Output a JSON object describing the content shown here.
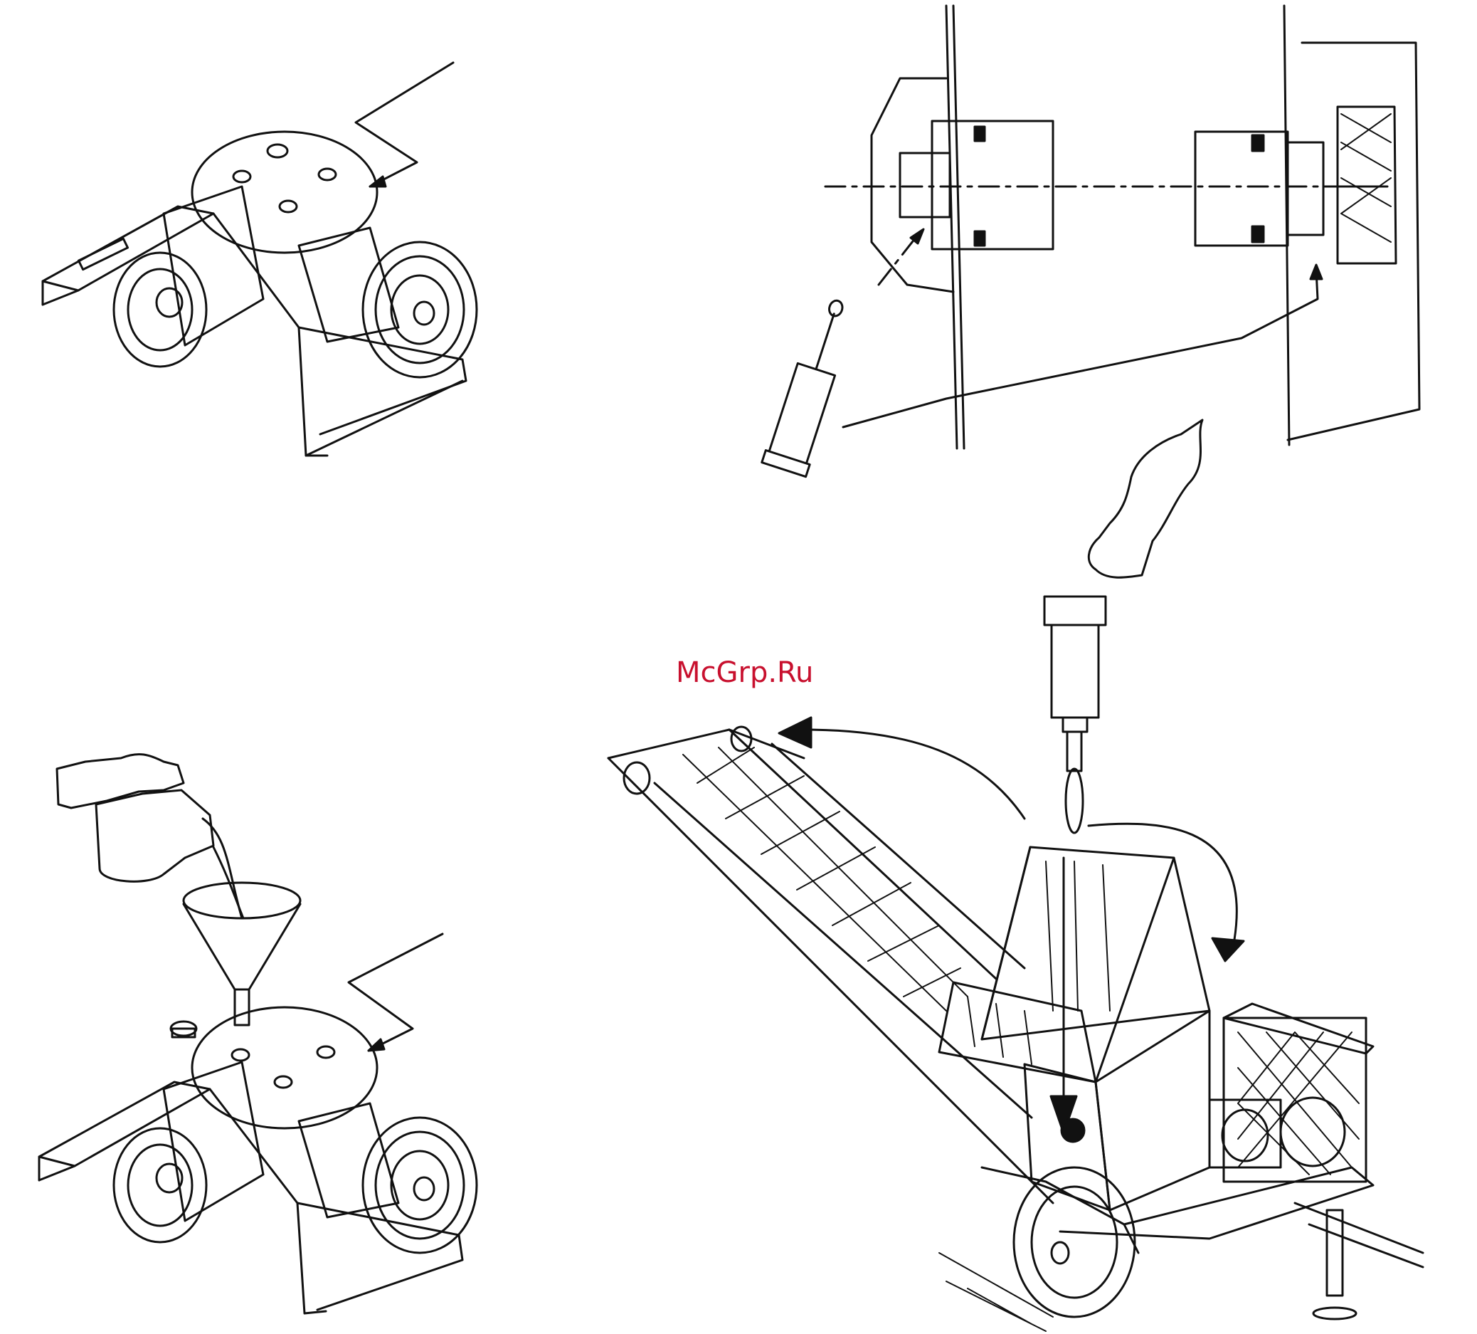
{
  "watermark": {
    "text": "McGrp.Ru",
    "color": "#c8102e"
  },
  "colors": {
    "ink": "#111111",
    "paper": "#ffffff"
  },
  "figures": [
    {
      "id": "gearbox-top",
      "icon": "gearbox-icon"
    },
    {
      "id": "shaft-coupling",
      "icon": "grease-gun-icon"
    },
    {
      "id": "gearbox-oil-fill",
      "icon": "oil-jug-funnel-icon"
    },
    {
      "id": "chipper-machine",
      "icon": "wood-chipper-icon"
    }
  ]
}
